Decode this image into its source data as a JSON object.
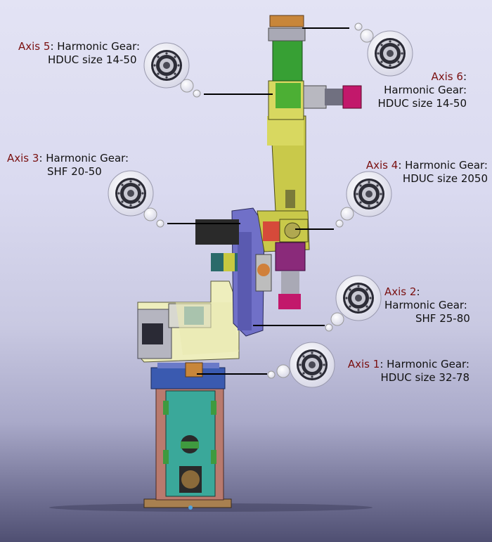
{
  "callouts": [
    {
      "axis": "Axis 5",
      "line1": ": Harmonic Gear:",
      "line2": "HDUC size 14-50"
    },
    {
      "axis": "Axis 6",
      "line1": ":",
      "line2": "Harmonic Gear:",
      "line3": "HDUC size 14-50"
    },
    {
      "axis": "Axis 3",
      "line1": ": Harmonic Gear:",
      "line2": "SHF 20-50"
    },
    {
      "axis": "Axis 4",
      "line1": ": Harmonic Gear:",
      "line2": "HDUC size 2050"
    },
    {
      "axis": "Axis 2",
      "line1": ":",
      "line2": "Harmonic Gear:",
      "line3": "SHF 25-80"
    },
    {
      "axis": "Axis 1",
      "line1": ": Harmonic Gear:",
      "line2": "HDUC size 32-78"
    }
  ],
  "colors": {
    "axis_label": "#7a1010",
    "base_column": "#b97a6e",
    "base_panel": "#3aa89a",
    "shoulder": "#eeeebd",
    "arm_link": "#7070c8",
    "forearm": "#c9c94a",
    "wrist": "#4caf34",
    "motor": "#c2186b"
  }
}
